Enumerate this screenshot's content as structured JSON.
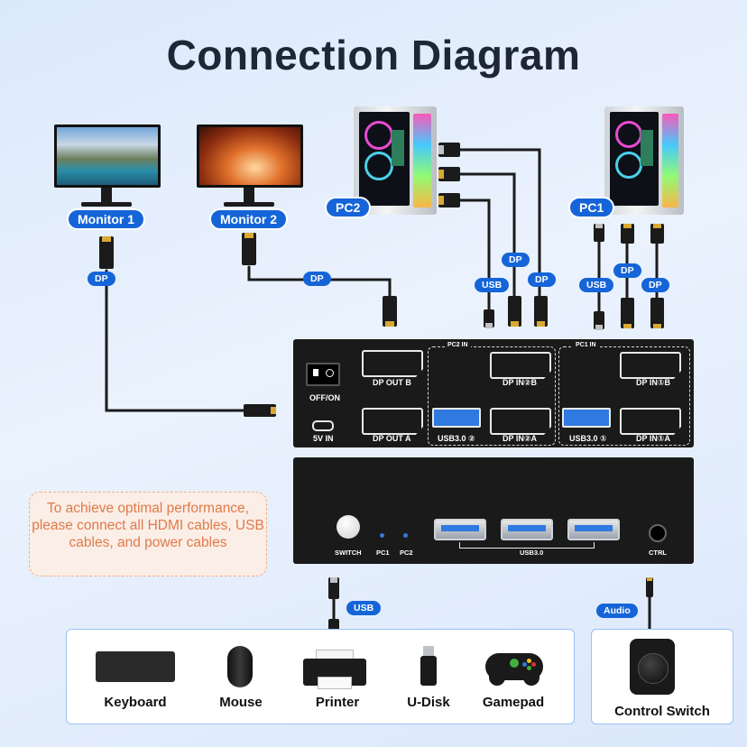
{
  "title": "Connection Diagram",
  "monitors": [
    {
      "label": "Monitor 1"
    },
    {
      "label": "Monitor 2"
    }
  ],
  "pcs": [
    {
      "label": "PC2"
    },
    {
      "label": "PC1"
    }
  ],
  "cable_tags": {
    "dp": "DP",
    "usb": "USB",
    "audio": "Audio"
  },
  "back_panel": {
    "pc2_in": "PC2 IN",
    "pc1_in": "PC1 IN",
    "off_on": "OFF/ON",
    "power_in": "5V IN",
    "dp_out_b": "DP OUT B",
    "dp_out_a": "DP OUT A",
    "pc2_dp_b": "DP IN②B",
    "pc2_dp_a": "DP IN②A",
    "pc2_usb": "USB3.0 ②",
    "pc1_dp_b": "DP IN①B",
    "pc1_dp_a": "DP IN①A",
    "pc1_usb": "USB3.0 ①"
  },
  "front_panel": {
    "switch": "SWITCH",
    "pc1": "PC1",
    "pc2": "PC2",
    "usb30": "USB3.0",
    "ctrl": "CTRL"
  },
  "note": "To achieve optimal performance, please connect all HDMI cables, USB cables, and power cables",
  "devices": [
    {
      "label": "Keyboard",
      "icon": "keyboard-icon"
    },
    {
      "label": "Mouse",
      "icon": "mouse-icon"
    },
    {
      "label": "Printer",
      "icon": "printer-icon"
    },
    {
      "label": "U-Disk",
      "icon": "usb-drive-icon"
    },
    {
      "label": "Gamepad",
      "icon": "gamepad-icon"
    }
  ],
  "control_switch": {
    "label": "Control Switch"
  },
  "colors": {
    "accent": "#1565d8",
    "note_text": "#e07a4a",
    "box": "#1a1a1a"
  }
}
